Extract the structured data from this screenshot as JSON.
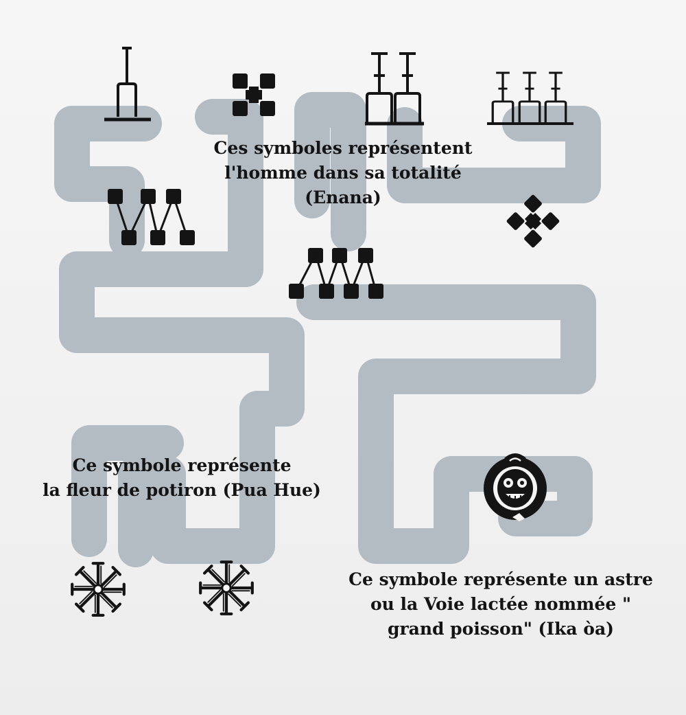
{
  "captions": {
    "enana": {
      "lines": [
        "Ces symboles représentent",
        "l'homme dans sa totalité",
        "(Enana)"
      ]
    },
    "pua_hue": {
      "lines": [
        "Ce symbole représente",
        "la fleur de potiron (Pua Hue)"
      ]
    },
    "ika_oa": {
      "lines": [
        "Ce symbole représente un astre",
        "ou la Voie lactée nommée \"",
        "grand poisson\" (Ika òa)"
      ]
    }
  },
  "colors": {
    "path": "#b4bcc3",
    "ink": "#141414",
    "paper": "#f4f4f4"
  },
  "symbols": [
    "enana-single-figure",
    "enana-four-block-figure",
    "enana-double-figure",
    "enana-triple-figure",
    "enana-zigzag-figure",
    "enana-four-block-figure",
    "enana-zigzag-figure",
    "pua-hue-flower",
    "pua-hue-flower",
    "ika-oa-face"
  ]
}
